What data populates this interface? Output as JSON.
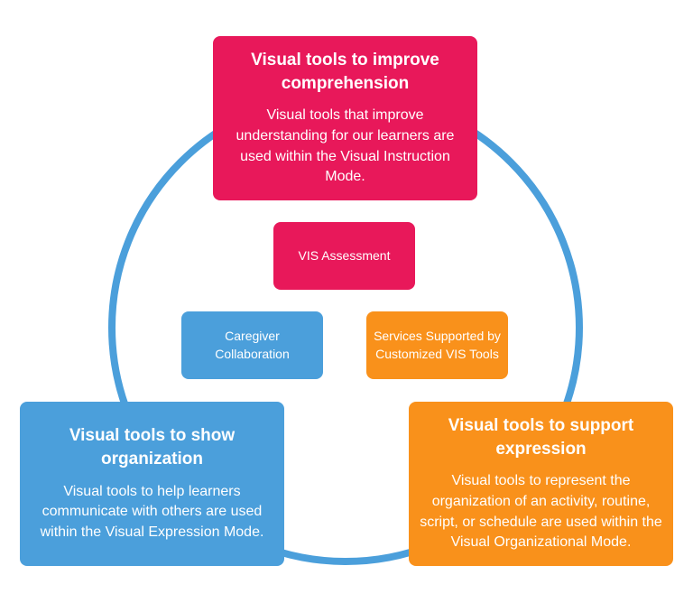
{
  "colors": {
    "ring": "#4b9fdb",
    "comprehension": "#e8185a",
    "organization": "#4b9fdb",
    "expression": "#f9911b"
  },
  "outer": {
    "top": {
      "title": "Visual tools to improve comprehension",
      "description": "Visual tools that improve understanding for our learners are used within the Visual Instruction Mode."
    },
    "left": {
      "title": "Visual tools to show organization",
      "description": "Visual tools to help learners communicate with others are used within the Visual Expression Mode."
    },
    "right": {
      "title": "Visual tools to support expression",
      "description": "Visual tools to represent the organization of an activity, routine, script, or schedule are used within the Visual Organizational Mode."
    }
  },
  "inner": {
    "assessment": "VIS Assessment",
    "collaboration": "Caregiver Collaboration",
    "services": "Services Supported by Customized VIS Tools"
  }
}
